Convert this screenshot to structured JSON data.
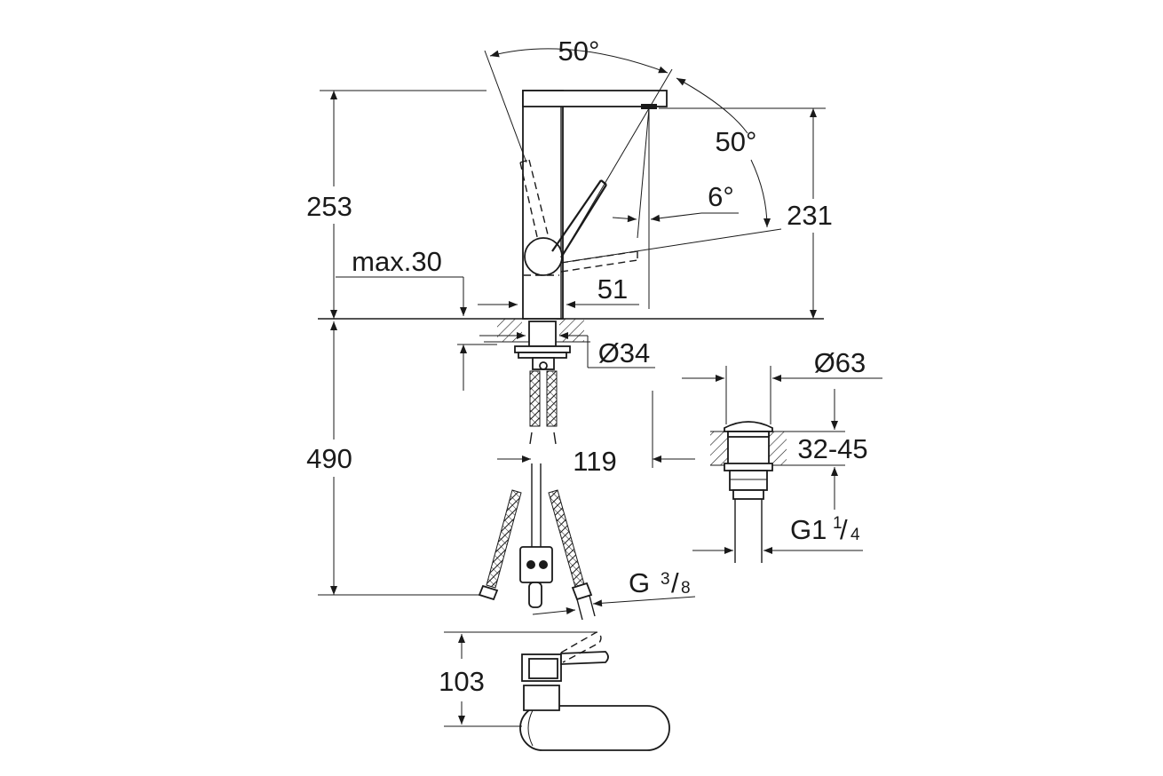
{
  "dimensions": {
    "swivel_angle_left": "50°",
    "swivel_angle_right": "50°",
    "tilt_angle": "6°",
    "total_height": "253",
    "spout_height": "231",
    "max_deck_thickness": "max.30",
    "spout_offset": "51",
    "hole_diameter": "Ø34",
    "waste_diameter": "Ø63",
    "hose_length": "490",
    "hose_spacing": "119",
    "waste_thickness_range": "32-45",
    "waste_thread_main": "G1",
    "waste_thread_num": "1",
    "waste_thread_sep": "/",
    "waste_thread_den": "4",
    "hose_thread_main": "G",
    "hose_thread_num": "3",
    "hose_thread_sep": "/",
    "hose_thread_den": "8",
    "lever_height": "103"
  }
}
